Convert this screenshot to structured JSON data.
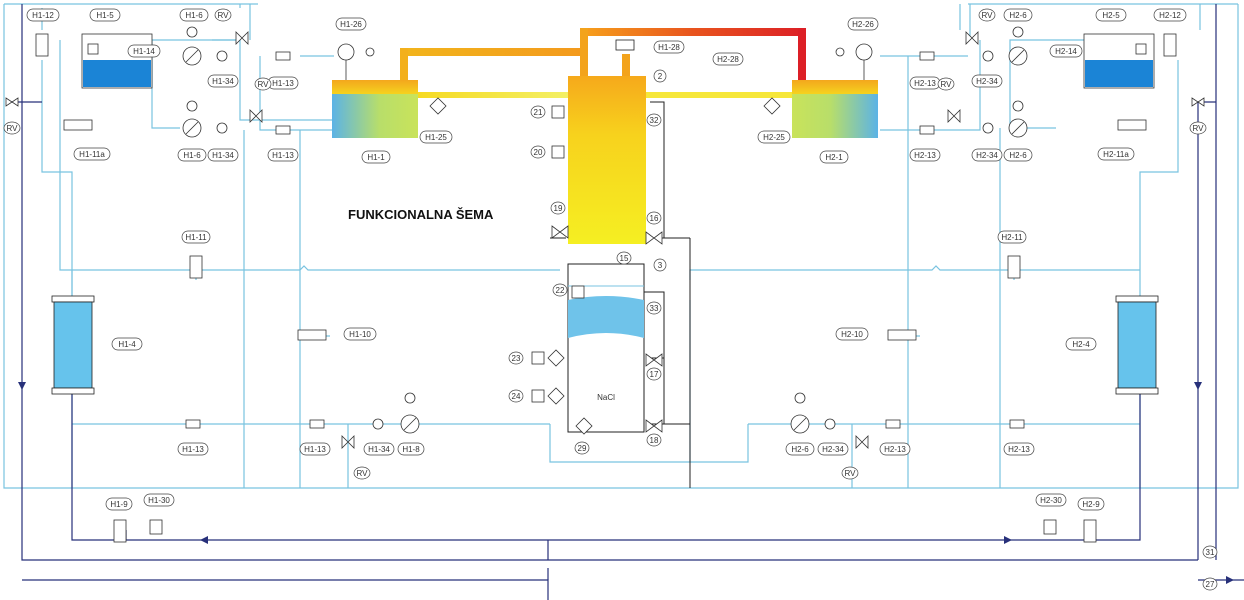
{
  "title": "FUNKCIONALNA ŠEMA",
  "tank_label": "NaCl",
  "colors": {
    "light_pipe": "#79c3e0",
    "dark_pipe": "#27307a",
    "hot": "#e0262b",
    "warm": "#f3c21b",
    "water": "#3d9ddc"
  },
  "tags": {
    "h1_12": "H1-12",
    "h1_5": "H1-5",
    "h1_6a": "H1-6",
    "rv_t1": "RV",
    "h1_26": "H1-26",
    "h1_28": "H1-28",
    "h2_28": "H2-28",
    "h2_26": "H2-26",
    "rv_t2": "RV",
    "h2_6a": "H2-6",
    "h2_5": "H2-5",
    "h2_12": "H2-12",
    "h1_14": "H1-14",
    "h1_34a": "H1-34",
    "h1_13a": "H1-13",
    "rv_m1": "RV",
    "n2": "2",
    "h2_13a": "H2-13",
    "rv_m2": "RV",
    "h2_34a": "H2-34",
    "h2_14": "H2-14",
    "rv_l1": "RV",
    "h1_11a": "H1-11a",
    "h1_6b": "H1-6",
    "h1_34b": "H1-34",
    "h1_13b": "H1-13",
    "h1_1": "H1-1",
    "h1_25": "H1-25",
    "n21": "21",
    "n32": "32",
    "h2_25": "H2-25",
    "h2_1": "H2-1",
    "h2_13b": "H2-13",
    "h2_34b": "H2-34",
    "h2_6b": "H2-6",
    "h2_11a": "H2-11a",
    "rv_r1": "RV",
    "n20": "20",
    "n19": "19",
    "n16": "16",
    "h1_11": "H1-11",
    "h2_11": "H2-11",
    "n15": "15",
    "n3": "3",
    "n22": "22",
    "n33": "33",
    "h1_4": "H1-4",
    "h1_10": "H1-10",
    "h2_10": "H2-10",
    "h2_4": "H2-4",
    "n23": "23",
    "n17": "17",
    "n24": "24",
    "n18": "18",
    "h1_13c": "H1-13",
    "h1_13d": "H1-13",
    "h1_34c": "H1-34",
    "h1_8": "H1-8",
    "h2_6c": "H2-6",
    "h2_34c": "H2-34",
    "h2_13c": "H2-13",
    "h2_13d": "H2-13",
    "n29": "29",
    "rv_b1": "RV",
    "rv_b2": "RV",
    "h1_9": "H1-9",
    "h1_30": "H1-30",
    "h2_30": "H2-30",
    "h2_9": "H2-9",
    "n31": "31",
    "n27": "27"
  }
}
